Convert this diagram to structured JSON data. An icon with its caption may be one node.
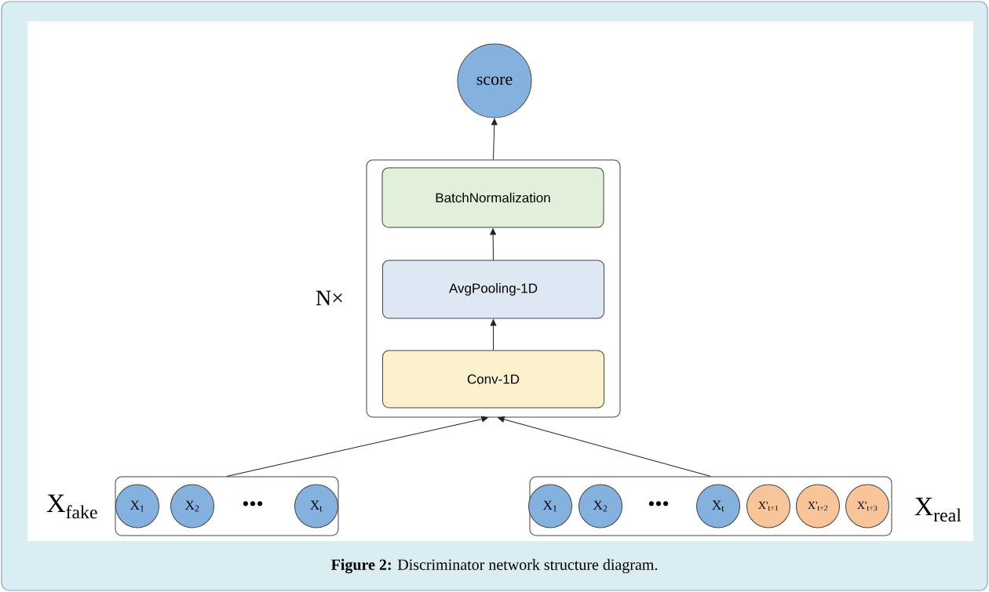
{
  "diagram": {
    "caption": "**Figure 2:** Discriminator network structure diagram.",
    "nodes": [
      {
        "text": [
          "score"
        ]
      },
      {
        "text": [],
        "shape": "box",
        "beside": [
          "N×"
        ]
      },
      {
        "text": [
          "BatchNormalization"
        ],
        "in": 1
      },
      {
        "text": [
          "AvgPooling-1D"
        ],
        "in": 1
      },
      {
        "text": [
          "Conv-1D"
        ],
        "in": 1
      },
      {
        "text": [],
        "shape": "box",
        "beside": [
          "X$_{fake}$"
        ]
      },
      {
        "text": [
          "X$_{1}$"
        ],
        "in": 5
      },
      {
        "text": [
          "X$_{2}$"
        ],
        "in": 5
      },
      {
        "text": [
          "X$_{t}$"
        ],
        "in": 5
      },
      {
        "text": [],
        "shape": "box",
        "beside": [
          "X$_{real}$"
        ]
      },
      {
        "text": [
          "X$_{1}$"
        ],
        "in": 9
      },
      {
        "text": [
          "X$_{2}$"
        ],
        "in": 9
      },
      {
        "text": [
          "X$_{t}$"
        ],
        "in": 9
      },
      {
        "text": [
          "X'$_{t+1}$"
        ],
        "in": 9
      },
      {
        "text": [
          "X'$_{t+2}$"
        ],
        "in": 9
      },
      {
        "text": [
          "X'$_{t+3}$"
        ],
        "in": 9
      }
    ],
    "edges": [
      {
        "from": 4,
        "to": 3,
        "arrow": "to"
      },
      {
        "from": 3,
        "to": 2,
        "arrow": "to"
      },
      {
        "from": 1,
        "to": 0,
        "arrow": "to"
      },
      {
        "from": 5,
        "to": 1,
        "arrow": "to"
      },
      {
        "from": 9,
        "to": 1,
        "arrow": "to"
      }
    ],
    "labels": [
      "•••",
      "•••"
    ]
  }
}
